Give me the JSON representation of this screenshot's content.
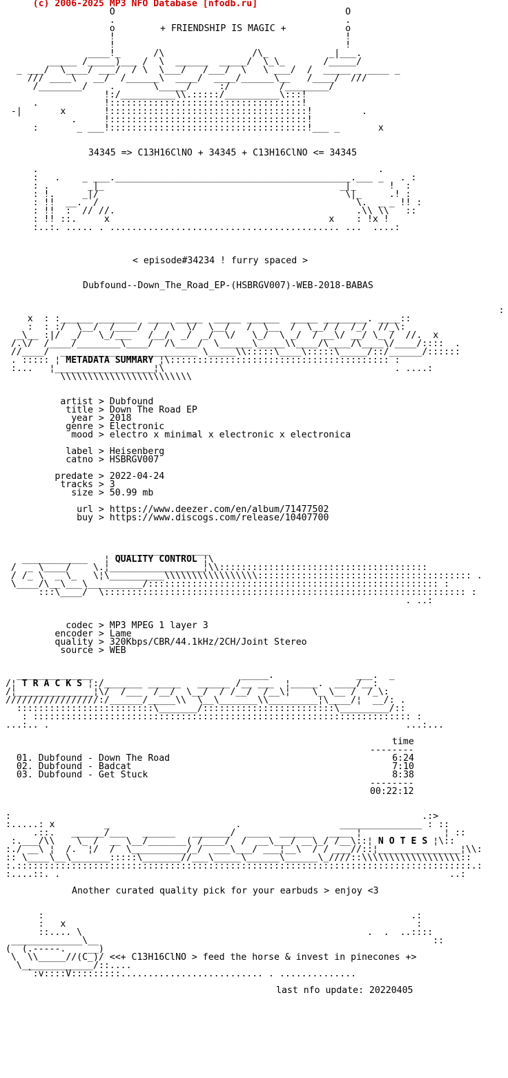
{
  "header": "      (c) 2006-2025 MP3 NFO Database [nfodb.ru]",
  "banner": "                    O                                          O",
  "motto": "+ FRIENDSHIP IS MAGIC +",
  "art_top": [
    "                    .                                          .",
    "                    o                                          o",
    "                    !                                          !",
    "                    !                                          !",
    "                ____!_      /\\                /\\_           _|___.",
    "         _____ /_____)___ /  \\  ______  _____/  \\_\\_       /_____/",
    "   _ ___/  \\____/ ___/  / \\  \\___/   /___/  \\   \\ ___/  /  _____ _ ____ _",
    "     /// ____\\   __/  /______\\  ____/  ____/______\\__   /____/  ///",
    "      /________/    .       \\_____/     :/         /________/",
    "                   !:/__________\\\\.:::::/__________\\:::!",
    "      .            !:::::::::::::::::::::::::::::::::::!",
    "  -|       x       !::::::::::::::::::::::::::::::::::::!         .",
    "             .     !::::::::::::::::::::::::::::::::::::!",
    "      :       _ ___!::::::::::::::::::::::::::::::::::::!___ _       x"
  ],
  "formula": "34345 => C13H16ClNO + 34345 + C13H16ClNO <= 34345",
  "art_mid": [
    "      .                                                              .",
    "      :   .    _ ___.___________________________________________.___ _   . :",
    "      : .       _|_                                           _|_      !  :",
    "      : !.     _|/                                             \\|_     .! :",
    "      : !!  __.  /                                               \\.  _ _ !! :",
    "      : !!  :  // //.                                            .\\\\ \\\\   ::",
    "      : !! ::.     x                                        x    : !x !",
    "      :..:. ..... . .......................................... ...  ....:"
  ],
  "episode": "< episode#34234 ! furry spaced >",
  "release": "Dubfound--Down_The_Road_EP-(HSBRGV007)-WEB-2018-BABAS",
  "sections": {
    "metadata": "METADATA SUMMARY",
    "quality": "QUALITY CONTROL",
    "tracks": "T R A C K S",
    "notes": "N O T E S"
  },
  "metadata": [
    {
      "label": "artist",
      "value": "Dubfound"
    },
    {
      "label": "title",
      "value": "Down The Road EP"
    },
    {
      "label": "year",
      "value": "2018"
    },
    {
      "label": "genre",
      "value": "Electronic"
    },
    {
      "label": "mood",
      "value": "electro x minimal x electronic x electronica"
    },
    {
      "label": "label",
      "value": "Heisenberg"
    },
    {
      "label": "catno",
      "value": "HSBRGV007"
    },
    {
      "label": "predate",
      "value": "2022-04-24"
    },
    {
      "label": "tracks",
      "value": "3"
    },
    {
      "label": "size",
      "value": "50.99 mb"
    },
    {
      "label": "url",
      "value": "https://www.deezer.com/en/album/71477502"
    },
    {
      "label": "buy",
      "value": "https://www.discogs.com/release/10407700"
    }
  ],
  "quality": [
    {
      "label": "codec",
      "value": "MP3 MPEG 1 layer 3"
    },
    {
      "label": "encoder",
      "value": "Lame"
    },
    {
      "label": "quality",
      "value": "320Kbps/CBR/44.1kHz/2CH/Joint Stereo"
    },
    {
      "label": "source",
      "value": "WEB"
    }
  ],
  "tracklist": {
    "time_header": "time",
    "items": [
      {
        "num": "01.",
        "artist": "Dubfound",
        "title": "Down The Road",
        "time": "6:24"
      },
      {
        "num": "02.",
        "artist": "Dubfound",
        "title": "Badcat",
        "time": "7:10"
      },
      {
        "num": "03.",
        "artist": "Dubfound",
        "title": "Get Stuck",
        "time": "8:38"
      }
    ],
    "total": "00:22:12"
  },
  "notes_text": "Another curated quality pick for your earbuds > enjoy <3",
  "footer_tagline": "<<+ C13H16ClNO > feed the horse & invest in pinecones +>",
  "last_update": "last nfo update: 20220405"
}
